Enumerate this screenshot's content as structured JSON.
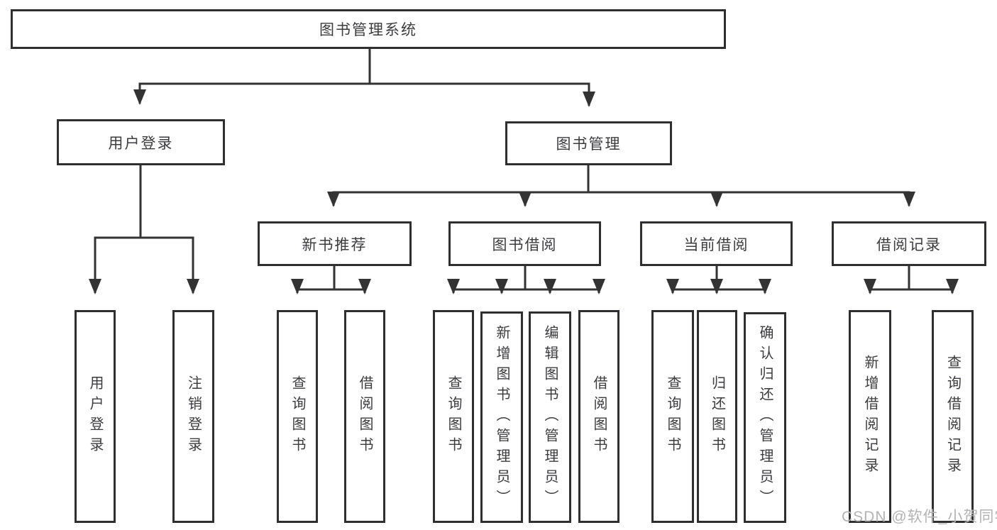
{
  "diagram": {
    "title": "图书管理系统",
    "level1": {
      "user_login": "用户登录",
      "book_management": "图书管理"
    },
    "level2": {
      "new_book_recommend": "新书推荐",
      "book_borrowing": "图书借阅",
      "current_borrowing": "当前借阅",
      "borrowing_records": "借阅记录"
    },
    "leaves": {
      "user_login_leaf": "用户登录",
      "logout": "注销登录",
      "query_books_recommend": "查询图书",
      "borrow_books_recommend": "借阅图书",
      "query_books_borrowing": "查询图书",
      "add_books_admin": "新增图书（管理员）",
      "edit_books_admin": "编辑图书（管理员）",
      "borrow_books_borrowing": "借阅图书",
      "query_books_current": "查询图书",
      "return_books": "归还图书",
      "confirm_return_admin": "确认归还（管理员）",
      "add_borrow_record": "新增借阅记录",
      "query_borrow_record": "查询借阅记录"
    }
  },
  "watermark": "CSDN @软件_小贺同学",
  "colors": {
    "line": "#333333",
    "box_border": "#2f2f31",
    "text": "#3b3b40",
    "watermark": "#b3b3b3",
    "background": "#ffffff"
  }
}
